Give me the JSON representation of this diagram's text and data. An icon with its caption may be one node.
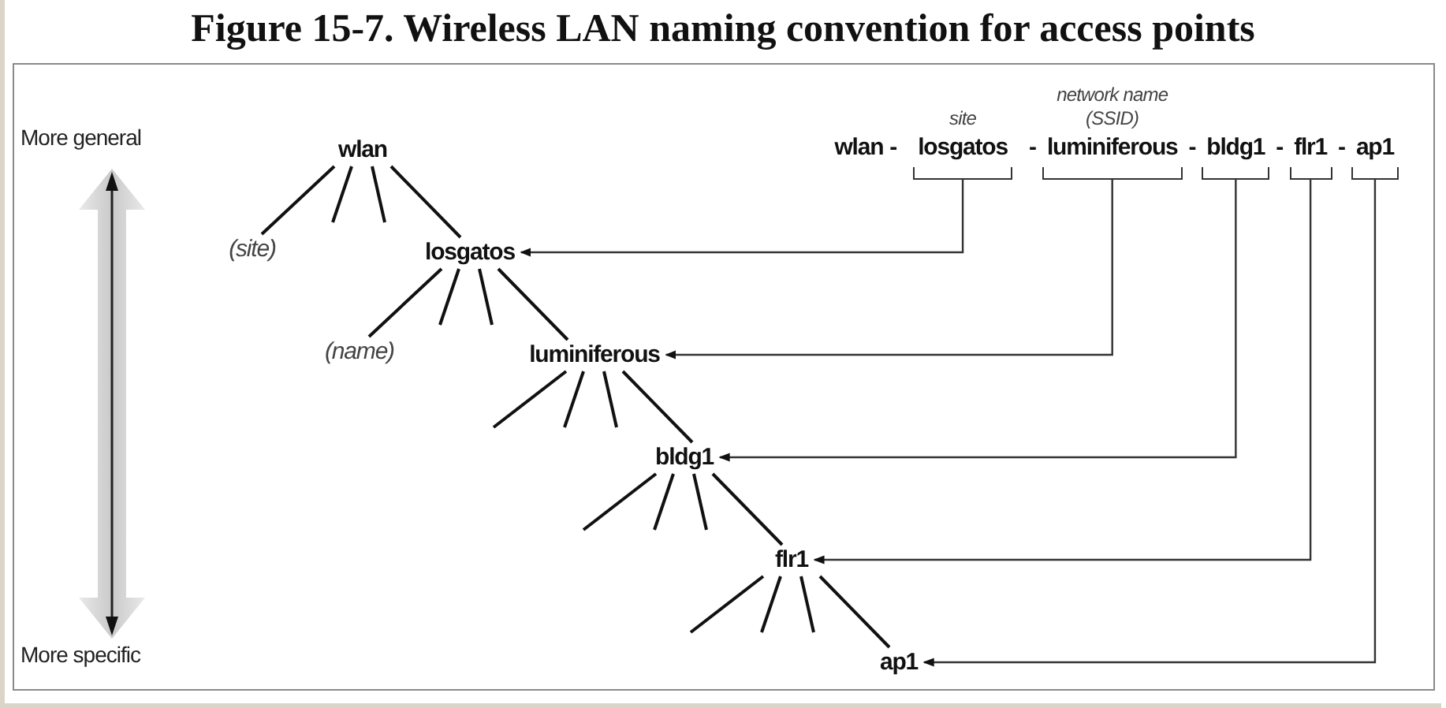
{
  "diagram": {
    "title": "Figure 15-7. Wireless LAN naming convention for access points",
    "nodes": [
      {
        "text": [
          "wlan"
        ]
      },
      {
        "text": [
          "losgatos"
        ],
        "beside": [
          "site"
        ]
      },
      {
        "text": [
          "luminiferous"
        ],
        "beside": [
          "network name (SSID)"
        ]
      },
      {
        "text": [
          "bldg1"
        ]
      },
      {
        "text": [
          "flr1"
        ]
      },
      {
        "text": [
          "ap1"
        ]
      },
      {
        "text": [
          "(site)"
        ]
      },
      {
        "text": [
          "losgatos"
        ]
      },
      {
        "text": [
          "(name)"
        ]
      },
      {
        "text": [
          "luminiferous"
        ]
      },
      {
        "text": [
          "bldg1"
        ]
      },
      {
        "text": [
          "flr1"
        ]
      },
      {
        "text": [
          "ap1"
        ]
      }
    ],
    "edges": [
      {
        "from": 0,
        "to": 6,
        "arrow": "none"
      },
      {
        "from": 0,
        "to": null,
        "arrow": "none"
      },
      {
        "from": 0,
        "to": null,
        "arrow": "none"
      },
      {
        "from": 0,
        "to": 7,
        "arrow": "none"
      },
      {
        "from": 7,
        "to": 8,
        "arrow": "none"
      },
      {
        "from": 7,
        "to": null,
        "arrow": "none"
      },
      {
        "from": 7,
        "to": null,
        "arrow": "none"
      },
      {
        "from": 7,
        "to": 9,
        "arrow": "none"
      },
      {
        "from": 9,
        "to": null,
        "arrow": "none"
      },
      {
        "from": 9,
        "to": null,
        "arrow": "none"
      },
      {
        "from": 9,
        "to": null,
        "arrow": "none"
      },
      {
        "from": 9,
        "to": 10,
        "arrow": "none"
      },
      {
        "from": 10,
        "to": null,
        "arrow": "none"
      },
      {
        "from": 10,
        "to": null,
        "arrow": "none"
      },
      {
        "from": 10,
        "to": null,
        "arrow": "none"
      },
      {
        "from": 10,
        "to": 11,
        "arrow": "none"
      },
      {
        "from": 11,
        "to": null,
        "arrow": "none"
      },
      {
        "from": 11,
        "to": null,
        "arrow": "none"
      },
      {
        "from": 11,
        "to": null,
        "arrow": "none"
      },
      {
        "from": 11,
        "to": 12,
        "arrow": "none"
      },
      {
        "from": 1,
        "to": 7,
        "arrow": "to"
      },
      {
        "from": 2,
        "to": 9,
        "arrow": "to"
      },
      {
        "from": 3,
        "to": 10,
        "arrow": "to"
      },
      {
        "from": 4,
        "to": 11,
        "arrow": "to"
      },
      {
        "from": 5,
        "to": 12,
        "arrow": "to"
      }
    ],
    "labels": [
      "wlan",
      "-",
      "-",
      "-",
      "-",
      "-",
      "More general",
      "More specific"
    ]
  }
}
